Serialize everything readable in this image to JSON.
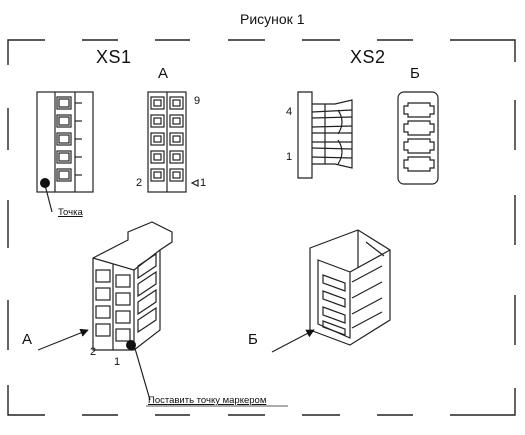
{
  "figure": {
    "title": "Рисунок 1",
    "left_connector": "XS1",
    "right_connector": "XS2",
    "view_a": "А",
    "view_b": "Б",
    "pin_top_a": "9",
    "pin_bottom_left_a": "2",
    "pin_bottom_right_a": "1",
    "pin_top_b": "4",
    "pin_bottom_b": "1",
    "dot_note": "Точка",
    "arrow_a": "А",
    "arrow_b": "Б",
    "iso_pin_2": "2",
    "iso_pin_1": "1",
    "marker_note": "Поставить точку маркером"
  }
}
